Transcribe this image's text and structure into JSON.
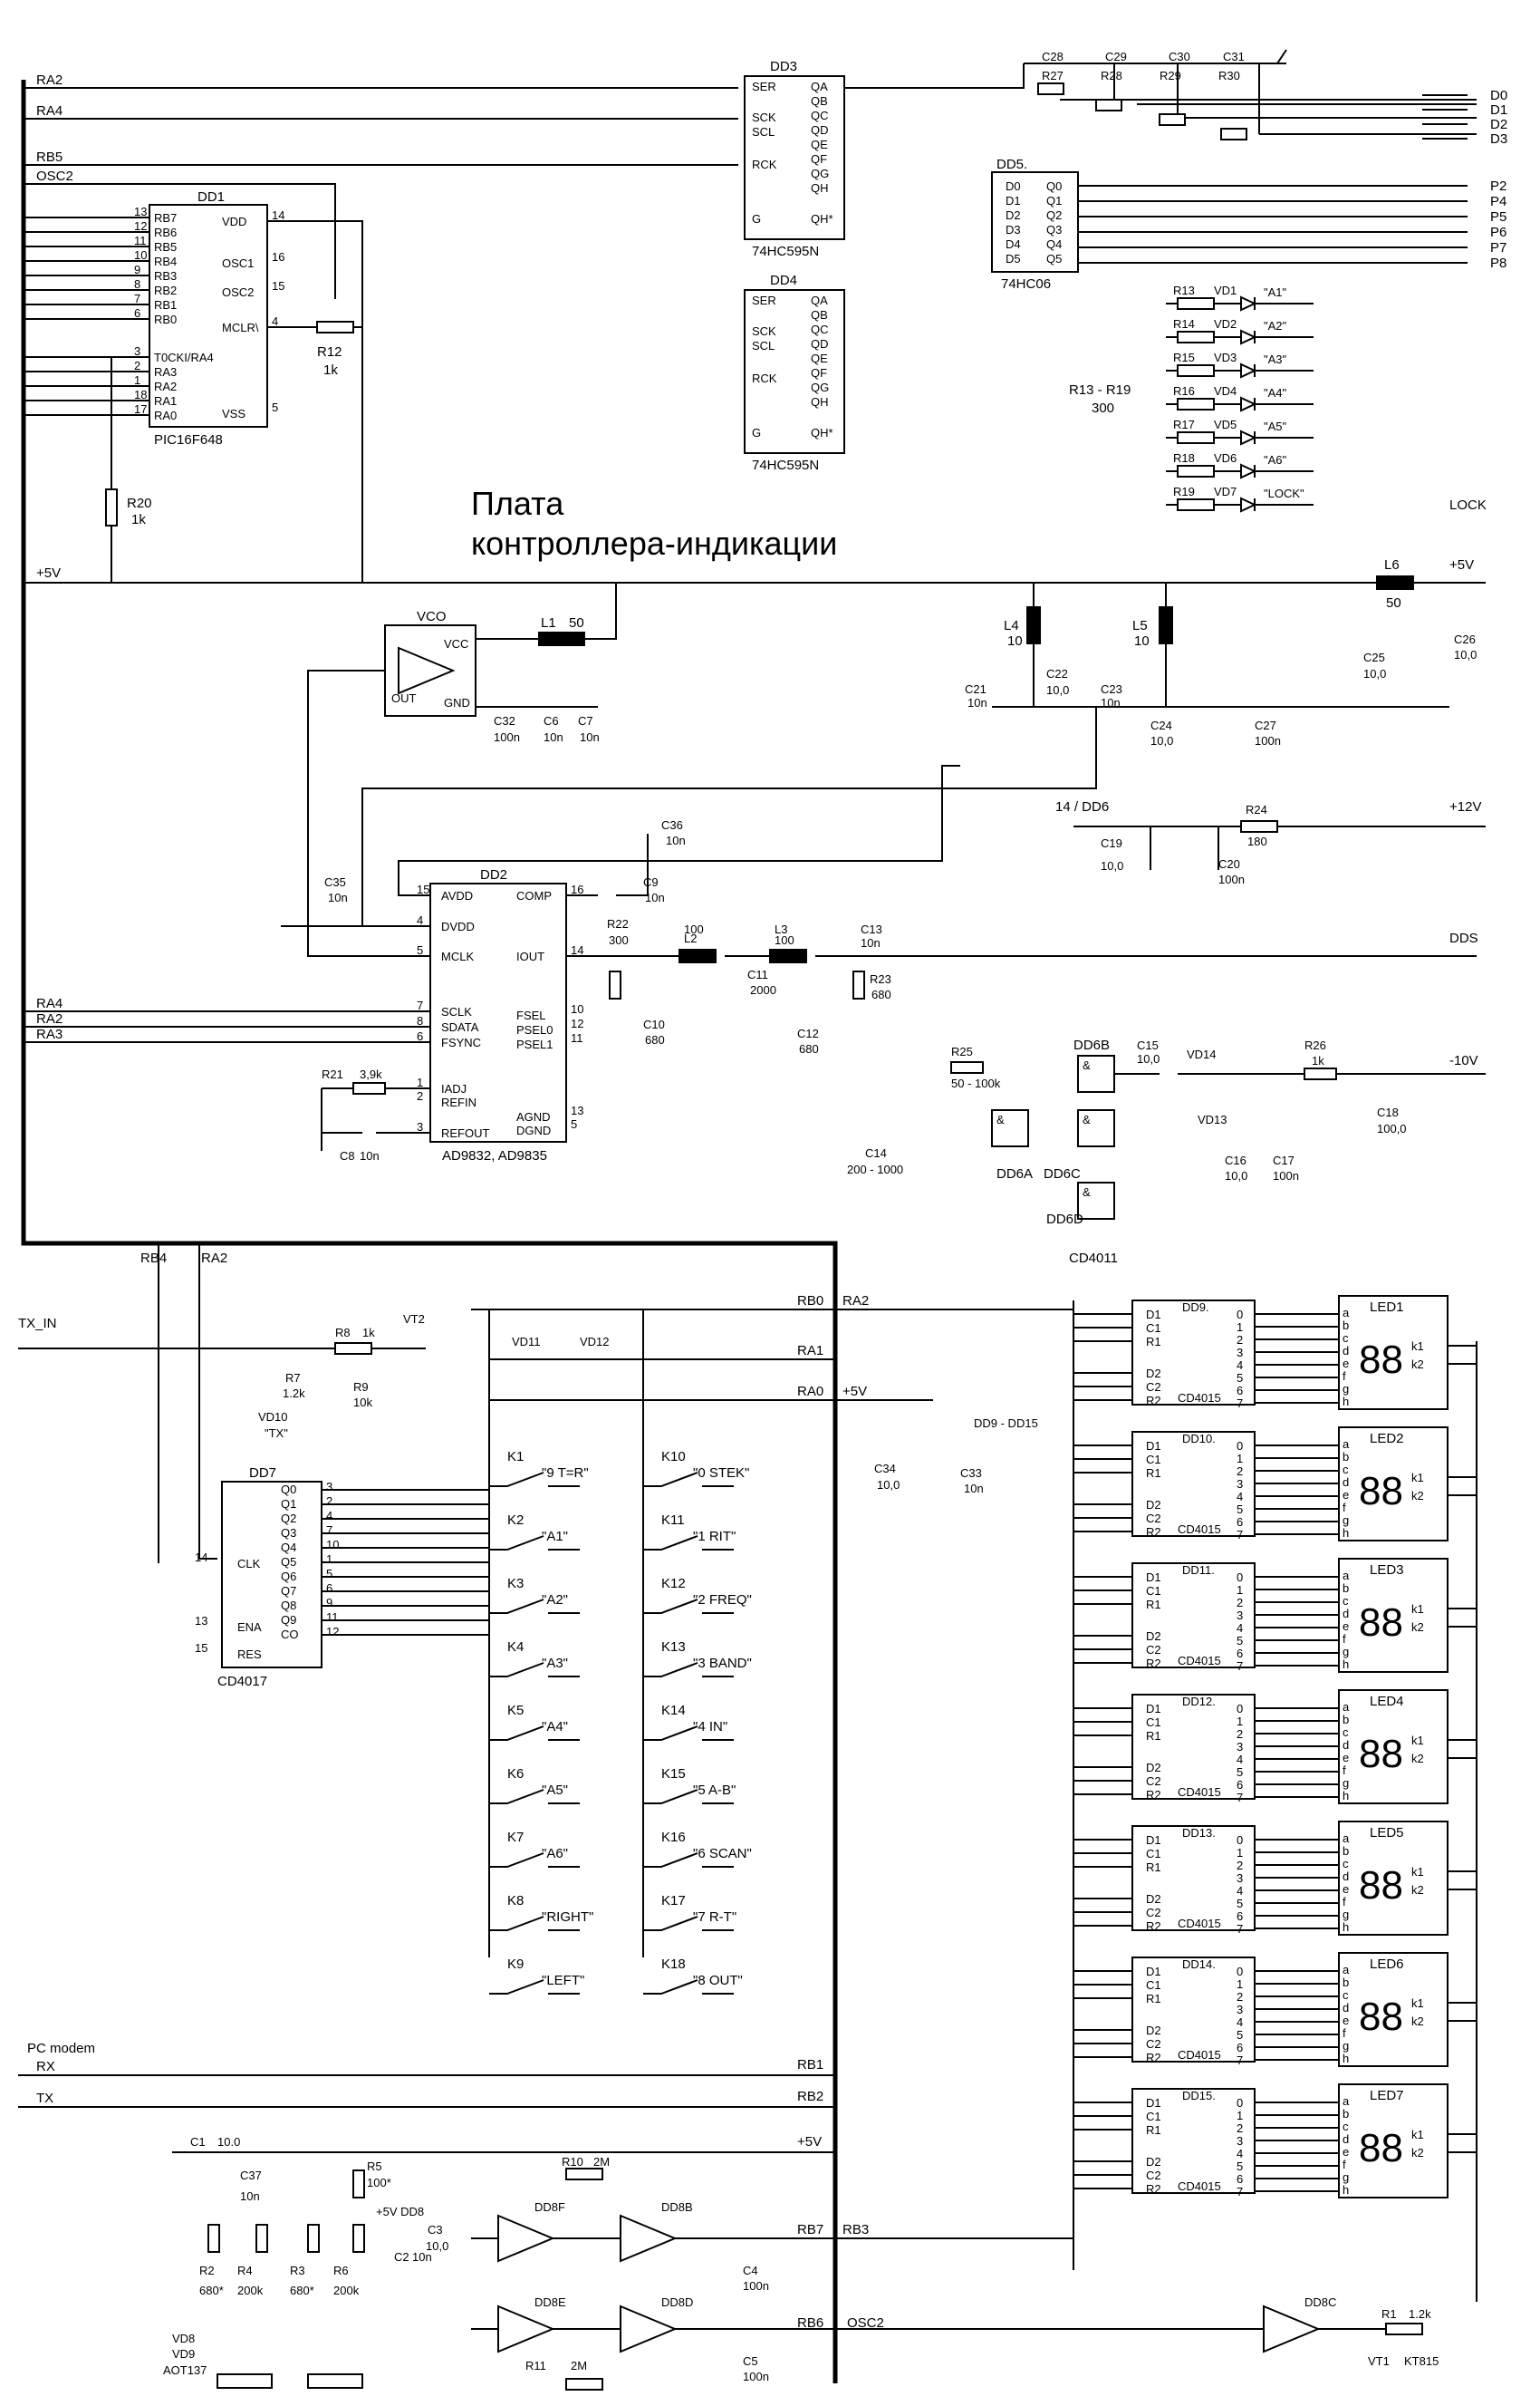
{
  "title_line1": "Плата",
  "title_line2": "контроллера-индикации",
  "chips": {
    "dd1": {
      "name": "DD1",
      "part": "PIC16F648",
      "left_pins": [
        [
          "RB7",
          "13"
        ],
        [
          "RB6",
          "12"
        ],
        [
          "RB5",
          "11"
        ],
        [
          "RB4",
          "10"
        ],
        [
          "RB3",
          "9"
        ],
        [
          "RB2",
          "8"
        ],
        [
          "RB1",
          "7"
        ],
        [
          "RB0",
          "6"
        ],
        [
          "T0CKI/RA4",
          "3"
        ],
        [
          "RA3",
          "2"
        ],
        [
          "RA2",
          "1"
        ],
        [
          "RA1",
          "18"
        ],
        [
          "RA0",
          "17"
        ]
      ],
      "right_pins": [
        [
          "VDD",
          "14"
        ],
        [
          "OSC1",
          "16"
        ],
        [
          "OSC2",
          "15"
        ],
        [
          "MCLR\\",
          "4"
        ],
        [
          "VSS",
          "5"
        ]
      ]
    },
    "dd3": {
      "name": "DD3",
      "part": "74HC595N"
    },
    "dd4": {
      "name": "DD4",
      "part": "74HC595N"
    },
    "dd5": {
      "name": "DD5.",
      "part": "74HC06"
    },
    "dd2": {
      "name": "DD2",
      "part": "AD9832, AD9835",
      "left_pins": [
        [
          "AVDD",
          "15"
        ],
        [
          "DVDD",
          "4"
        ],
        [
          "MCLK",
          "5"
        ],
        [
          "SCLK",
          "7"
        ],
        [
          "SDATA",
          "8"
        ],
        [
          "FSYNC",
          "6"
        ],
        [
          "IADJ",
          "1"
        ],
        [
          "REFIN",
          "2"
        ],
        [
          "REFOUT",
          "3"
        ]
      ],
      "right_pins": [
        [
          "COMP",
          "16"
        ],
        [
          "IOUT",
          "14"
        ],
        [
          "FSEL",
          "10"
        ],
        [
          "PSEL0",
          "12"
        ],
        [
          "PSEL1",
          "11"
        ],
        [
          "AGND",
          "13"
        ],
        [
          "DGND",
          "5"
        ]
      ]
    },
    "dd7": {
      "name": "DD7",
      "part": "CD4017",
      "left_pins": [
        [
          "CLK",
          "14"
        ],
        [
          "ENA",
          "13"
        ],
        [
          "RES",
          "15"
        ]
      ],
      "right_pins": [
        [
          "Q0",
          "3"
        ],
        [
          "Q1",
          "2"
        ],
        [
          "Q2",
          "4"
        ],
        [
          "Q3",
          "7"
        ],
        [
          "Q4",
          "10"
        ],
        [
          "Q5",
          "1"
        ],
        [
          "Q6",
          "5"
        ],
        [
          "Q7",
          "6"
        ],
        [
          "Q8",
          "9"
        ],
        [
          "Q9",
          "11"
        ],
        [
          "CO",
          "12"
        ]
      ]
    },
    "vco": {
      "name": "VCO",
      "pins": [
        "VCC",
        "OUT",
        "GND"
      ]
    }
  },
  "shift595_pins": [
    "SER",
    "SCK",
    "SCL",
    "RCK",
    "G",
    "QA",
    "QB",
    "QC",
    "QD",
    "QE",
    "QF",
    "QG",
    "QH",
    "QH*"
  ],
  "hc06_pins": [
    "D0",
    "D1",
    "D2",
    "D3",
    "D4",
    "D5",
    "Q0",
    "Q1",
    "Q2",
    "Q3",
    "Q4",
    "Q5"
  ],
  "outputs_d": [
    "D0",
    "D1",
    "D2",
    "D3"
  ],
  "outputs_p": [
    "P2",
    "P4",
    "P5",
    "P6",
    "P7",
    "P8"
  ],
  "leds_a": [
    [
      "R13",
      "VD1",
      "\"A1\""
    ],
    [
      "R14",
      "VD2",
      "\"A2\""
    ],
    [
      "R15",
      "VD3",
      "\"A3\""
    ],
    [
      "R16",
      "VD4",
      "\"A4\""
    ],
    [
      "R17",
      "VD5",
      "\"A5\""
    ],
    [
      "R18",
      "VD6",
      "\"A6\""
    ],
    [
      "R19",
      "VD7",
      "\"LOCK\""
    ]
  ],
  "r13_r19": [
    "R13 - R19",
    "300"
  ],
  "net_labels": {
    "lock": "LOCK",
    "plus5": "+5V",
    "plus12": "+12V",
    "minus10": "-10V",
    "dds": "DDS",
    "txin": "TX_IN",
    "rx": "RX",
    "tx": "TX",
    "pcmodem": "PC modem",
    "dd6_14": "14 / DD6",
    "dd9_dd15": "DD9 - DD15"
  },
  "parts_top": [
    [
      "C28"
    ],
    [
      "C29"
    ],
    [
      "C30"
    ],
    [
      "C31"
    ],
    [
      "R27"
    ],
    [
      "R28"
    ],
    [
      "R29"
    ],
    [
      "R30"
    ]
  ],
  "caps": {
    "c21": [
      "C21",
      "10n"
    ],
    "c22": [
      "C22",
      "10,0"
    ],
    "c23": [
      "C23",
      "10n"
    ],
    "c24": [
      "C24",
      "10,0"
    ],
    "c27": [
      "C27",
      "100n"
    ],
    "c25": [
      "C25",
      "10,0"
    ],
    "c26": [
      "C26",
      "10,0"
    ],
    "c32": [
      "C32",
      "100n"
    ],
    "c6": [
      "C6",
      "10n"
    ],
    "c7": [
      "C7",
      "10n"
    ],
    "c36": [
      "C36",
      "10n"
    ],
    "c9": [
      "C9",
      "10n"
    ],
    "c35": [
      "C35",
      "10n"
    ],
    "c8": [
      "C8",
      "10n"
    ],
    "c10": [
      "C10",
      "680"
    ],
    "c11": [
      "C11",
      "2000"
    ],
    "c12": [
      "C12",
      "680"
    ],
    "c13": [
      "C13",
      "10n"
    ],
    "c19": [
      "C19",
      "10,0"
    ],
    "c20": [
      "C20",
      "100n"
    ],
    "c14": [
      "C14",
      "200 - 1000"
    ],
    "c15": [
      "C15",
      "10,0"
    ],
    "c16": [
      "C16",
      "10,0"
    ],
    "c17": [
      "C17",
      "100n"
    ],
    "c18": [
      "C18",
      "100,0"
    ],
    "c34": [
      "C34",
      "10,0"
    ],
    "c33": [
      "C33",
      "10n"
    ],
    "c1": [
      "C1",
      "10.0"
    ],
    "c37": [
      "C37",
      "10n"
    ],
    "c3": [
      "C3",
      "10,0"
    ],
    "c2": [
      "C2",
      "10n"
    ],
    "c4": [
      "C4",
      "100n"
    ],
    "c5": [
      "C5",
      "100n"
    ]
  },
  "inductors": {
    "l1": [
      "L1",
      "50"
    ],
    "l4": [
      "L4",
      "10"
    ],
    "l5": [
      "L5",
      "10"
    ],
    "l6": [
      "L6",
      "50"
    ],
    "l2": [
      "L2",
      "100"
    ],
    "l3": [
      "L3",
      "100"
    ]
  },
  "resistors": {
    "r12": [
      "R12",
      "1k"
    ],
    "r20": [
      "R20",
      "1k"
    ],
    "r21": [
      "R21",
      "3,9k"
    ],
    "r22": [
      "R22",
      "300"
    ],
    "r23": [
      "R23",
      "680"
    ],
    "r24": [
      "R24",
      "180"
    ],
    "r25": [
      "R25",
      "50 - 100k"
    ],
    "r26": [
      "R26",
      "1k"
    ],
    "r8": [
      "R8",
      "1k"
    ],
    "r7": [
      "R7",
      "1.2k"
    ],
    "r9": [
      "R9",
      "10k"
    ],
    "r2": [
      "R2",
      "680*"
    ],
    "r4": [
      "R4",
      "200k"
    ],
    "r3": [
      "R3",
      "680*"
    ],
    "r6": [
      "R6",
      "200k"
    ],
    "r5": [
      "R5",
      "100*"
    ],
    "r10": [
      "R10",
      "2M"
    ],
    "r11": [
      "R11",
      "2M"
    ],
    "r1": [
      "R1",
      "1.2k"
    ]
  },
  "gates": {
    "dd6a": "DD6A",
    "dd6b": "DD6B",
    "dd6c": "DD6C",
    "dd6d": "DD6D",
    "dd6part": "CD4011",
    "dd8f": "DD8F",
    "dd8b": "DD8B",
    "dd8e": "DD8E",
    "dd8d": "DD8D",
    "dd8c": "DD8C",
    "dd8pwr": "+5V DD8"
  },
  "semis": {
    "vd14": "VD14",
    "vd13": "VD13",
    "vt2": "VT2",
    "vd11": "VD11",
    "vd12": "VD12",
    "vd10": "VD10",
    "vd10txt": "\"TX\"",
    "vd8": "VD8",
    "vd9": "VD9",
    "aot": "AOT137",
    "vt1": "VT1",
    "kt": "KT815"
  },
  "keys_left": [
    [
      "K1",
      "\"9 T=R\""
    ],
    [
      "K2",
      "\"A1\""
    ],
    [
      "K3",
      "\"A2\""
    ],
    [
      "K4",
      "\"A3\""
    ],
    [
      "K5",
      "\"A4\""
    ],
    [
      "K6",
      "\"A5\""
    ],
    [
      "K7",
      "\"A6\""
    ],
    [
      "K8",
      "\"RIGHT\""
    ],
    [
      "K9",
      "\"LEFT\""
    ]
  ],
  "keys_right": [
    [
      "K10",
      "\"0 STEK\""
    ],
    [
      "K11",
      "\"1 RIT\""
    ],
    [
      "K12",
      "\"2 FREQ\""
    ],
    [
      "K13",
      "\"3 BAND\""
    ],
    [
      "K14",
      "\"4 IN\""
    ],
    [
      "K15",
      "\"5 A-B\""
    ],
    [
      "K16",
      "\"6 SCAN\""
    ],
    [
      "K17",
      "\"7 R-T\""
    ],
    [
      "K18",
      "\"8 OUT\""
    ]
  ],
  "led_blocks": [
    [
      "DD9.",
      "LED1"
    ],
    [
      "DD10.",
      "LED2"
    ],
    [
      "DD11.",
      "LED3"
    ],
    [
      "DD12.",
      "LED4"
    ],
    [
      "DD13.",
      "LED5"
    ],
    [
      "DD14.",
      "LED6"
    ],
    [
      "DD15.",
      "LED7"
    ]
  ],
  "cd4015": {
    "part": "CD4015",
    "left": [
      "D1",
      "C1",
      "R1",
      "D2",
      "C2",
      "R2"
    ],
    "right": [
      "0",
      "1",
      "2",
      "3",
      "4",
      "5",
      "6",
      "7"
    ],
    "seg": [
      "a",
      "b",
      "c",
      "d",
      "e",
      "f",
      "g",
      "h"
    ],
    "k": [
      "k1",
      "k2"
    ]
  },
  "port_labels_left": [
    "RA2",
    "RA4",
    "RB5",
    "OSC2",
    "RA4",
    "RA2",
    "RA3",
    "RB4",
    "RA2"
  ],
  "bus_labels_mid": [
    "RB0",
    "RA2",
    "RA1",
    "RA0",
    "RB1",
    "RB2",
    "RB7",
    "RB3",
    "RB6",
    "OSC2"
  ]
}
